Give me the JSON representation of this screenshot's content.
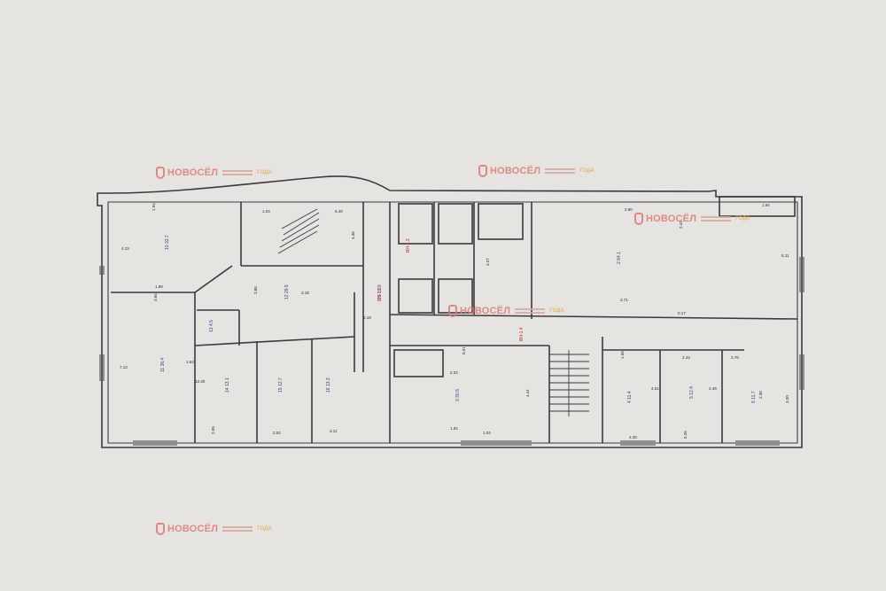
{
  "document": {
    "kind": "floor-plan-scan",
    "watermark": {
      "brand": "НОВОСЁЛ",
      "badge": "ГОДА"
    },
    "room_areas": [
      {
        "num": "10",
        "area": "33.7"
      },
      {
        "num": "11",
        "area": "36.4"
      },
      {
        "num": "12",
        "area": "29.9"
      },
      {
        "num": "13",
        "area": "4.5"
      },
      {
        "num": "14",
        "area": "13.1"
      },
      {
        "num": "15",
        "area": "12.7"
      },
      {
        "num": "16",
        "area": "13.3"
      },
      {
        "num": "25",
        "area": "15.9"
      },
      {
        "num": "3",
        "area": "30.5"
      },
      {
        "num": "4",
        "area": "11.4"
      },
      {
        "num": "5",
        "area": "12.4"
      },
      {
        "num": "6",
        "area": "11.7"
      },
      {
        "num": "2",
        "area": "84.1"
      }
    ],
    "dimensions": [
      "1.94",
      "4.23",
      "1.89",
      "3.84",
      "7.13",
      "1.64",
      "2.09",
      "2.53",
      "3.11",
      "3.86",
      "3.18",
      "1.04",
      "4.41",
      "1.94",
      "2.90",
      "2.41",
      "5.11",
      "3.71",
      "3.27",
      "1.94",
      "6.40",
      "4.36",
      "5.18",
      "12.40",
      "1.96",
      "2.44",
      "2.76",
      "2.38",
      "4.51",
      "4.49",
      "3.20",
      "1.04",
      "2.34",
      "0.91",
      "0.17",
      "2.40",
      "5.26"
    ],
    "stair_labels": [
      "ВН-1.3",
      "ВН-1.2",
      "ВН-1.4"
    ]
  }
}
